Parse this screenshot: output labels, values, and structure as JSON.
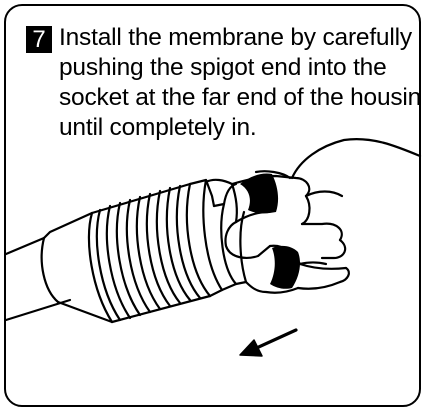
{
  "step": {
    "number": "7",
    "lines": [
      "Install the membrane by carefully",
      "pushing the spigot end into the",
      "socket at the far end of the housing",
      "until completely in."
    ]
  },
  "illustration": {
    "subject": "hand-pushing-membrane-into-housing",
    "arrow_direction": "left-down",
    "colors": {
      "ink": "#000000",
      "paper": "#ffffff"
    }
  }
}
